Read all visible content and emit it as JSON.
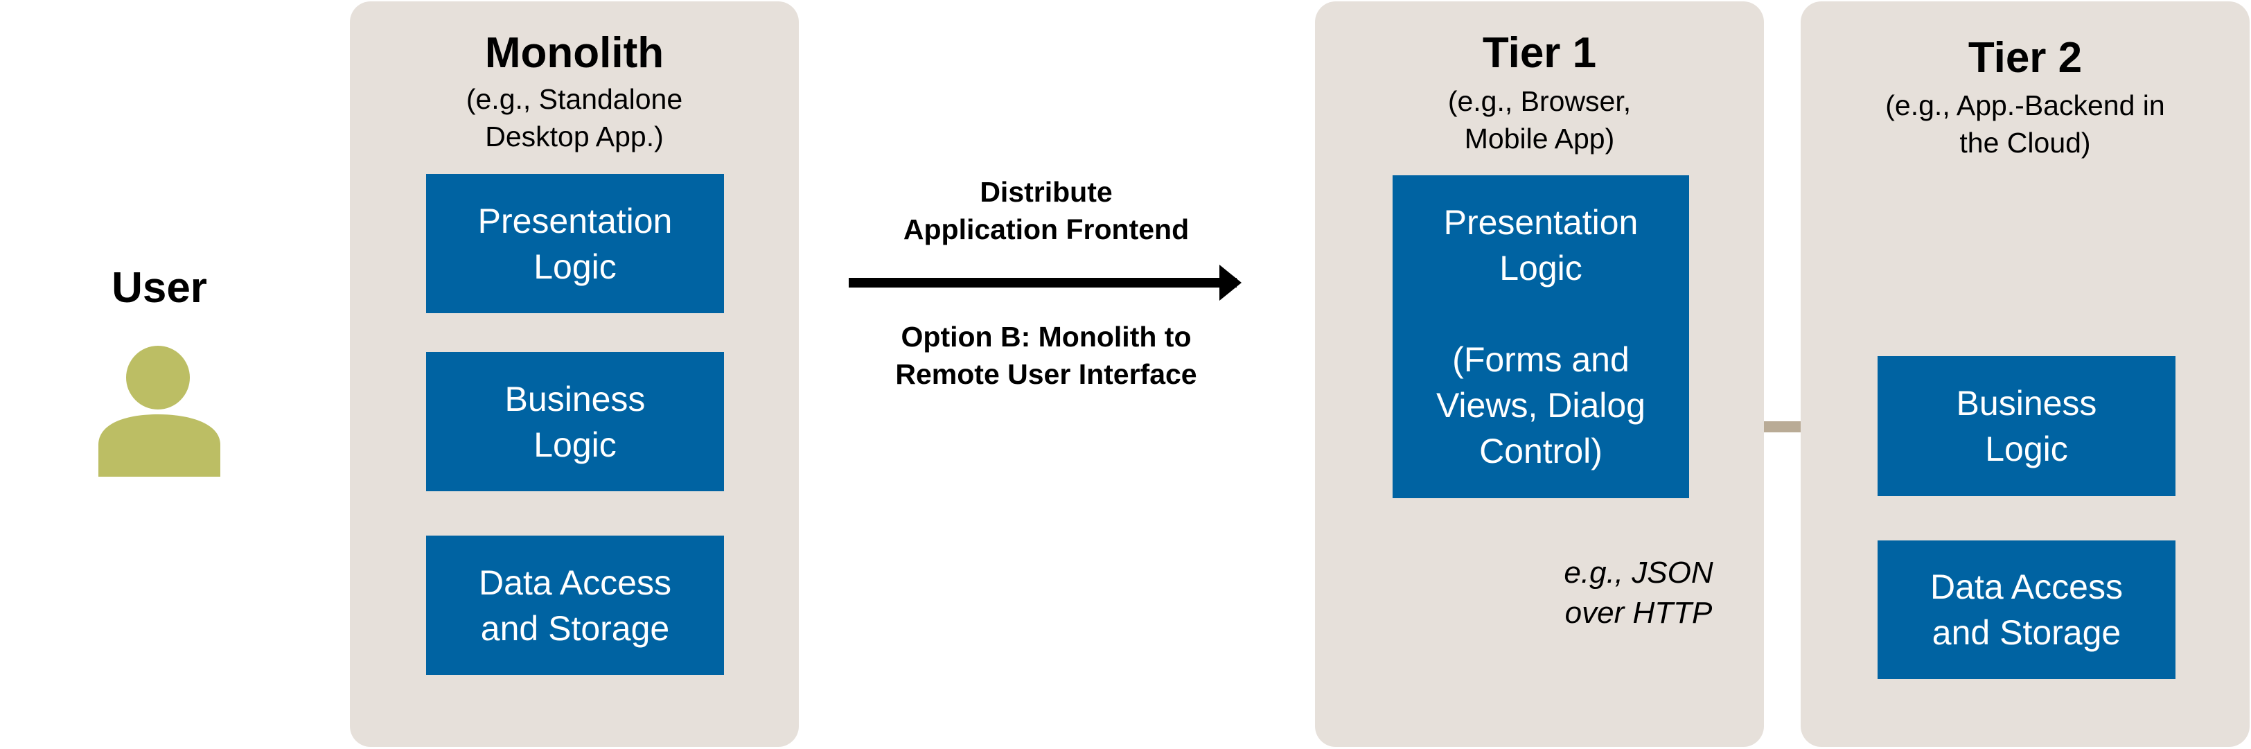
{
  "user": {
    "label": "User",
    "icon": "person-icon",
    "color": "#bcbe64"
  },
  "monolith": {
    "title": "Monolith",
    "subtitle": "(e.g., Standalone\nDesktop App.)",
    "boxes": [
      "Presentation\nLogic",
      "Business\nLogic",
      "Data Access\nand Storage"
    ]
  },
  "transition": {
    "top_label": "Distribute\nApplication Frontend",
    "bottom_label": "Option B: Monolith to\nRemote User Interface"
  },
  "tier1": {
    "title": "Tier 1",
    "subtitle": "(e.g., Browser,\nMobile App)",
    "box": "Presentation\nLogic\n\n(Forms and\nViews, Dialog\nControl)"
  },
  "tier2": {
    "title": "Tier 2",
    "subtitle": "(e.g., App.-Backend in\nthe Cloud)",
    "boxes": [
      "Business\nLogic",
      "Data Access\nand Storage"
    ]
  },
  "callout": {
    "text": "e.g., JSON\nover HTTP"
  },
  "colors": {
    "panel": "#e6e0da",
    "box": "#0063a2",
    "box_text": "#ffffff",
    "connector": "#b9ab96",
    "main_arrow": "#000000"
  }
}
